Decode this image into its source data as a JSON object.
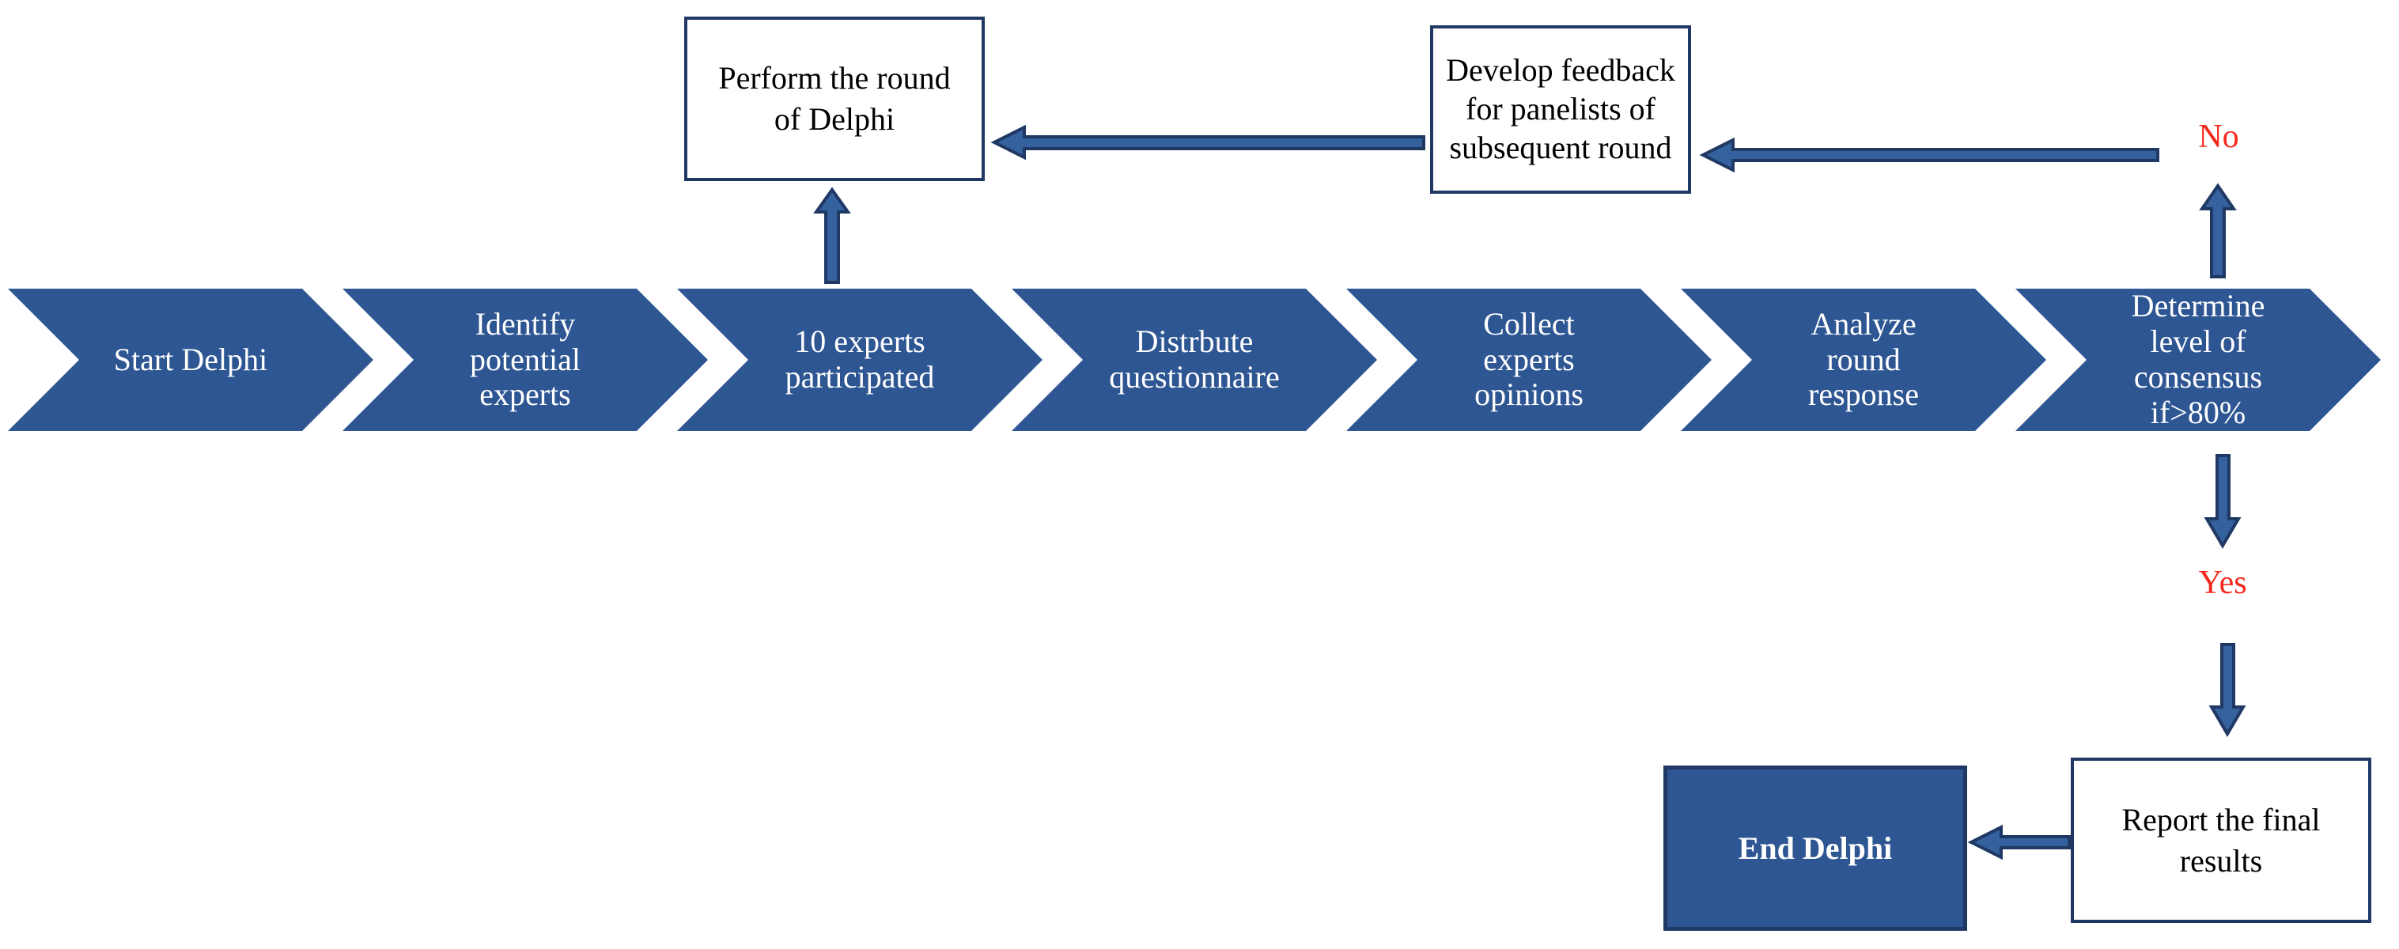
{
  "process_steps": [
    {
      "label": "Start Delphi"
    },
    {
      "label": "Identify\npotential\nexperts"
    },
    {
      "label": "10 experts\nparticipated"
    },
    {
      "label": "Distrbute\nquestionnaire"
    },
    {
      "label": "Collect\nexperts\nopinions"
    },
    {
      "label": "Analyze\nround\nresponse"
    },
    {
      "label": "Determine\nlevel of\nconsensus\nif>80%"
    }
  ],
  "boxes": {
    "perform": {
      "label": "Perform the round\nof Delphi"
    },
    "develop": {
      "label": "Develop feedback\nfor panelists of\nsubsequent round"
    },
    "report": {
      "label": "Report the final\nresults"
    },
    "end": {
      "label": "End Delphi"
    }
  },
  "branch_labels": {
    "no": "No",
    "yes": "Yes"
  },
  "colors": {
    "shape_blue": "#2E5693",
    "border_navy": "#1F3864",
    "arrow_blue": "#35619E",
    "branch_red": "#F3281D",
    "step_text": "#FFFFFF",
    "box_text": "#000000"
  }
}
